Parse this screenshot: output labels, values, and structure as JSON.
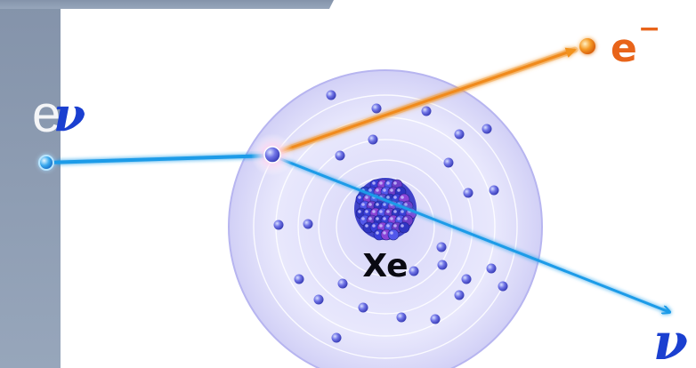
{
  "diagram": {
    "atom_label": "Xe",
    "incoming_label": "ν",
    "outgoing_neutrino_label": "ν",
    "electron_label": "e",
    "electron_charge": "−",
    "clipped_prefix": "e",
    "colors": {
      "neutrino": "#1a9be8",
      "electron": "#f08a1c",
      "electron_label": "#e8641a",
      "neutrino_label": "#1a3fd0",
      "electron_cloud": "#a8a6ee",
      "shell_electron": "#5f63e0",
      "nucleus_a": "#3a3fd8",
      "nucleus_b": "#8a43d6",
      "left_panel": "#8797ae"
    }
  }
}
